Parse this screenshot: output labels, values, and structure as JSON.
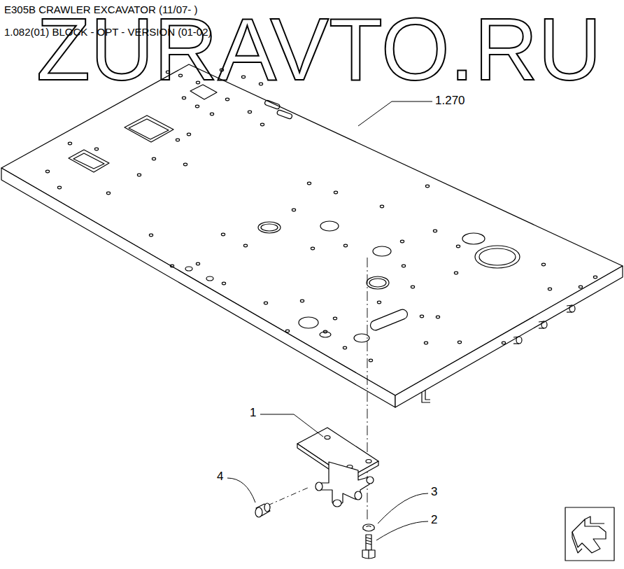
{
  "diagram": {
    "title": "E305B CRAWLER EXCAVATOR (11/07- )",
    "labels": [
      "1.082(01) BLOCK - OPT - VERSION (01-02)",
      "ZURAVTO.RU",
      "1.270",
      "1",
      "4",
      "3",
      "2"
    ]
  }
}
